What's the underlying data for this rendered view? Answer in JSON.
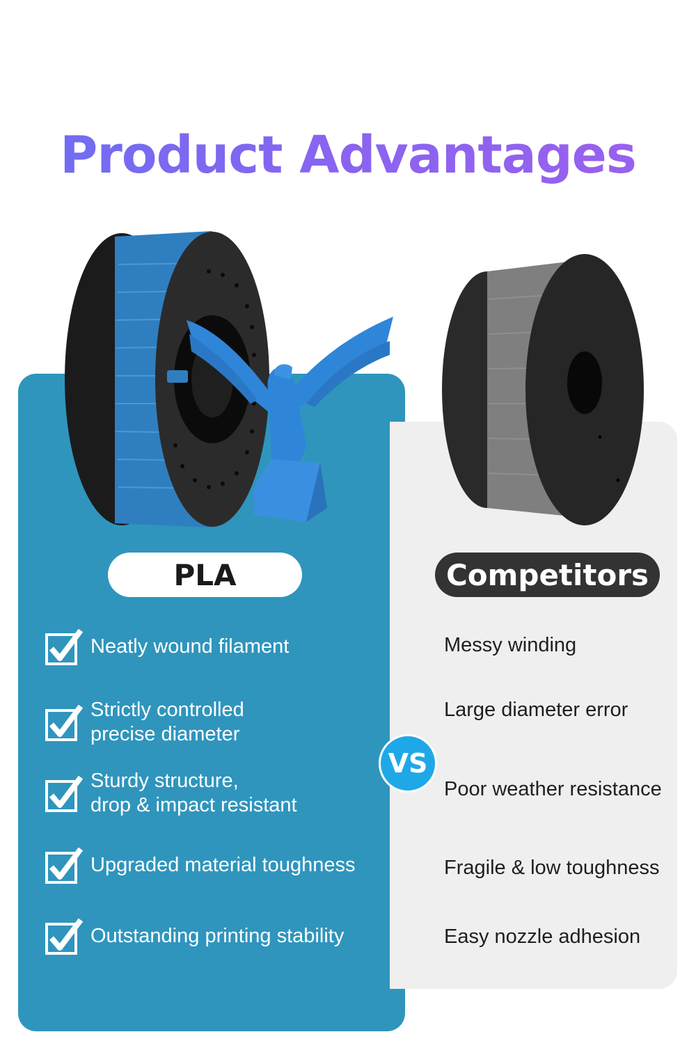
{
  "title": "Product Advantages",
  "left": {
    "label": "PLA",
    "items": [
      {
        "lines": [
          "Neatly wound filament"
        ]
      },
      {
        "lines": [
          "Strictly controlled",
          "precise diameter"
        ]
      },
      {
        "lines": [
          "Sturdy structure,",
          "drop & impact resistant"
        ]
      },
      {
        "lines": [
          "Upgraded material toughness"
        ]
      },
      {
        "lines": [
          "Outstanding printing stability"
        ]
      }
    ]
  },
  "right": {
    "label": "Competitors",
    "items": [
      "Messy winding",
      "Large diameter error",
      "Poor weather resistance",
      "Fragile & low toughness",
      "Easy nozzle adhesion"
    ]
  },
  "vs": "VS",
  "icons": [
    "checkbox-check-icon"
  ],
  "colors": {
    "accent_blue": "#2f95bd",
    "title_purple": "#7a67f1",
    "vs_blue": "#1fa8e8",
    "competitor_dark": "#333333"
  }
}
